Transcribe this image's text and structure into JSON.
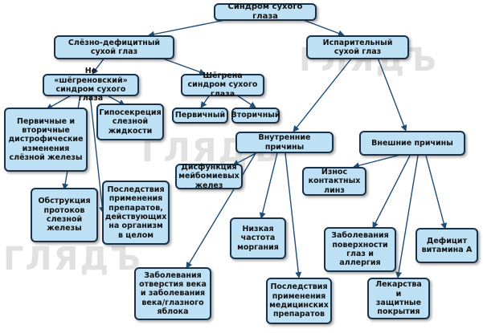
{
  "watermark": "ГЛЯДЪ",
  "nodes": {
    "root": "Синдром сухого глаза",
    "tear_deficient": "Слёзно-дефицитный сухой глаз",
    "evaporative": "Испарительный сухой глаз",
    "non_sjogren": "Не «шёгреновский» синдром сухого глаза",
    "sjogren": "Шёгрена синдром сухого глаза",
    "primary": "Первичный",
    "secondary": "Вторичный",
    "gland_dystrophy": "Первичные и вторичные дистрофические изменения слёзной железы",
    "hyposecretion": "Гипосекреция слезной жидкости",
    "duct_obstruction": "Обструкция протоков слезной железы",
    "drug_effects": "Последствия применения препаратов, действующих на организм в целом",
    "internal": "Внутренние причины",
    "external": "Внешние причины",
    "meibomian": "Дисфункция мейбомиевых желез",
    "low_blink": "Низкая частота моргания",
    "eyelid_diseases": "Заболевания отверстия века и заболевания века/глазного яблока",
    "medical_drugs": "Последствия применения медицинских препаратов",
    "contact_lens": "Износ контактных линз",
    "surface_allergy": "Заболевания поверхности глаз и аллергия",
    "vitamin_a": "Дефицит витамина А",
    "drops_covers": "Лекарства и защитные покрытия"
  }
}
